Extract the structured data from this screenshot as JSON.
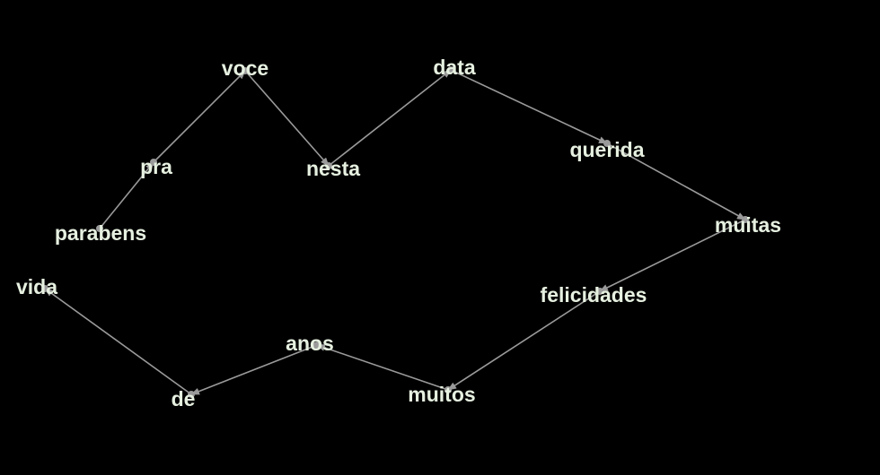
{
  "diagram": {
    "type": "directed-word-graph",
    "background_color": "#000000",
    "edge_color": "#9a9a9a",
    "label_color": "#e6f0e0",
    "nodes": [
      {
        "id": "parabens",
        "label": "parabens"
      },
      {
        "id": "pra",
        "label": "pra"
      },
      {
        "id": "voce",
        "label": "voce"
      },
      {
        "id": "nesta",
        "label": "nesta"
      },
      {
        "id": "data",
        "label": "data"
      },
      {
        "id": "querida",
        "label": "querida"
      },
      {
        "id": "muitas",
        "label": "muitas"
      },
      {
        "id": "felicidades",
        "label": "felicidades"
      },
      {
        "id": "muitos",
        "label": "muitos"
      },
      {
        "id": "anos",
        "label": "anos"
      },
      {
        "id": "de",
        "label": "de"
      },
      {
        "id": "vida",
        "label": "vida"
      }
    ],
    "edges": [
      {
        "from": "parabens",
        "to": "pra"
      },
      {
        "from": "pra",
        "to": "voce"
      },
      {
        "from": "voce",
        "to": "nesta"
      },
      {
        "from": "nesta",
        "to": "data"
      },
      {
        "from": "data",
        "to": "querida"
      },
      {
        "from": "querida",
        "to": "muitas"
      },
      {
        "from": "muitas",
        "to": "felicidades"
      },
      {
        "from": "felicidades",
        "to": "muitos"
      },
      {
        "from": "muitos",
        "to": "anos"
      },
      {
        "from": "anos",
        "to": "de"
      },
      {
        "from": "de",
        "to": "vida"
      }
    ]
  }
}
